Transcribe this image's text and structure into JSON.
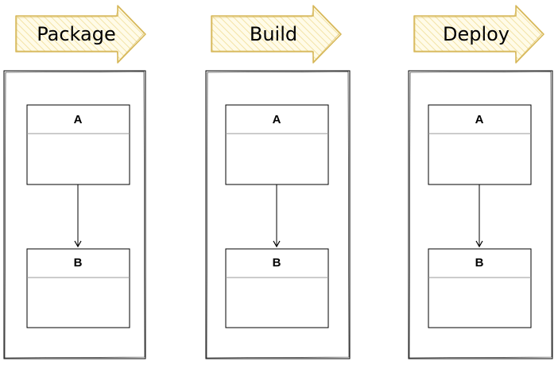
{
  "colors": {
    "arrow_fill": "#fff2cc",
    "arrow_stroke": "#d6b656",
    "line": "#000000",
    "separator": "#999999"
  },
  "columns": [
    {
      "stage": "Package",
      "top_box": "A",
      "bottom_box": "B"
    },
    {
      "stage": "Build",
      "top_box": "A",
      "bottom_box": "B"
    },
    {
      "stage": "Deploy",
      "top_box": "A",
      "bottom_box": "B"
    }
  ]
}
